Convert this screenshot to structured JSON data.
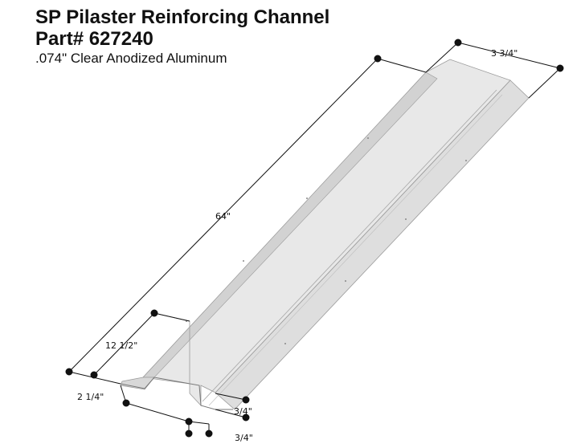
{
  "header": {
    "title_line1": "SP Pilaster Reinforcing Channel",
    "title_line2": "Part# 627240",
    "subtitle": ".074\" Clear Anodized Aluminum"
  },
  "dimensions": {
    "length": "64\"",
    "width": "3 3/4\"",
    "cutout": "12 1/2\"",
    "channel_width": "2 1/4\"",
    "flange_depth": "3/4\"",
    "flange_width": "3/4\""
  },
  "colors": {
    "metal_top": "#e6e6e6",
    "metal_side": "#cfcfcf",
    "metal_dark": "#b5b5b5",
    "line": "#111111"
  }
}
